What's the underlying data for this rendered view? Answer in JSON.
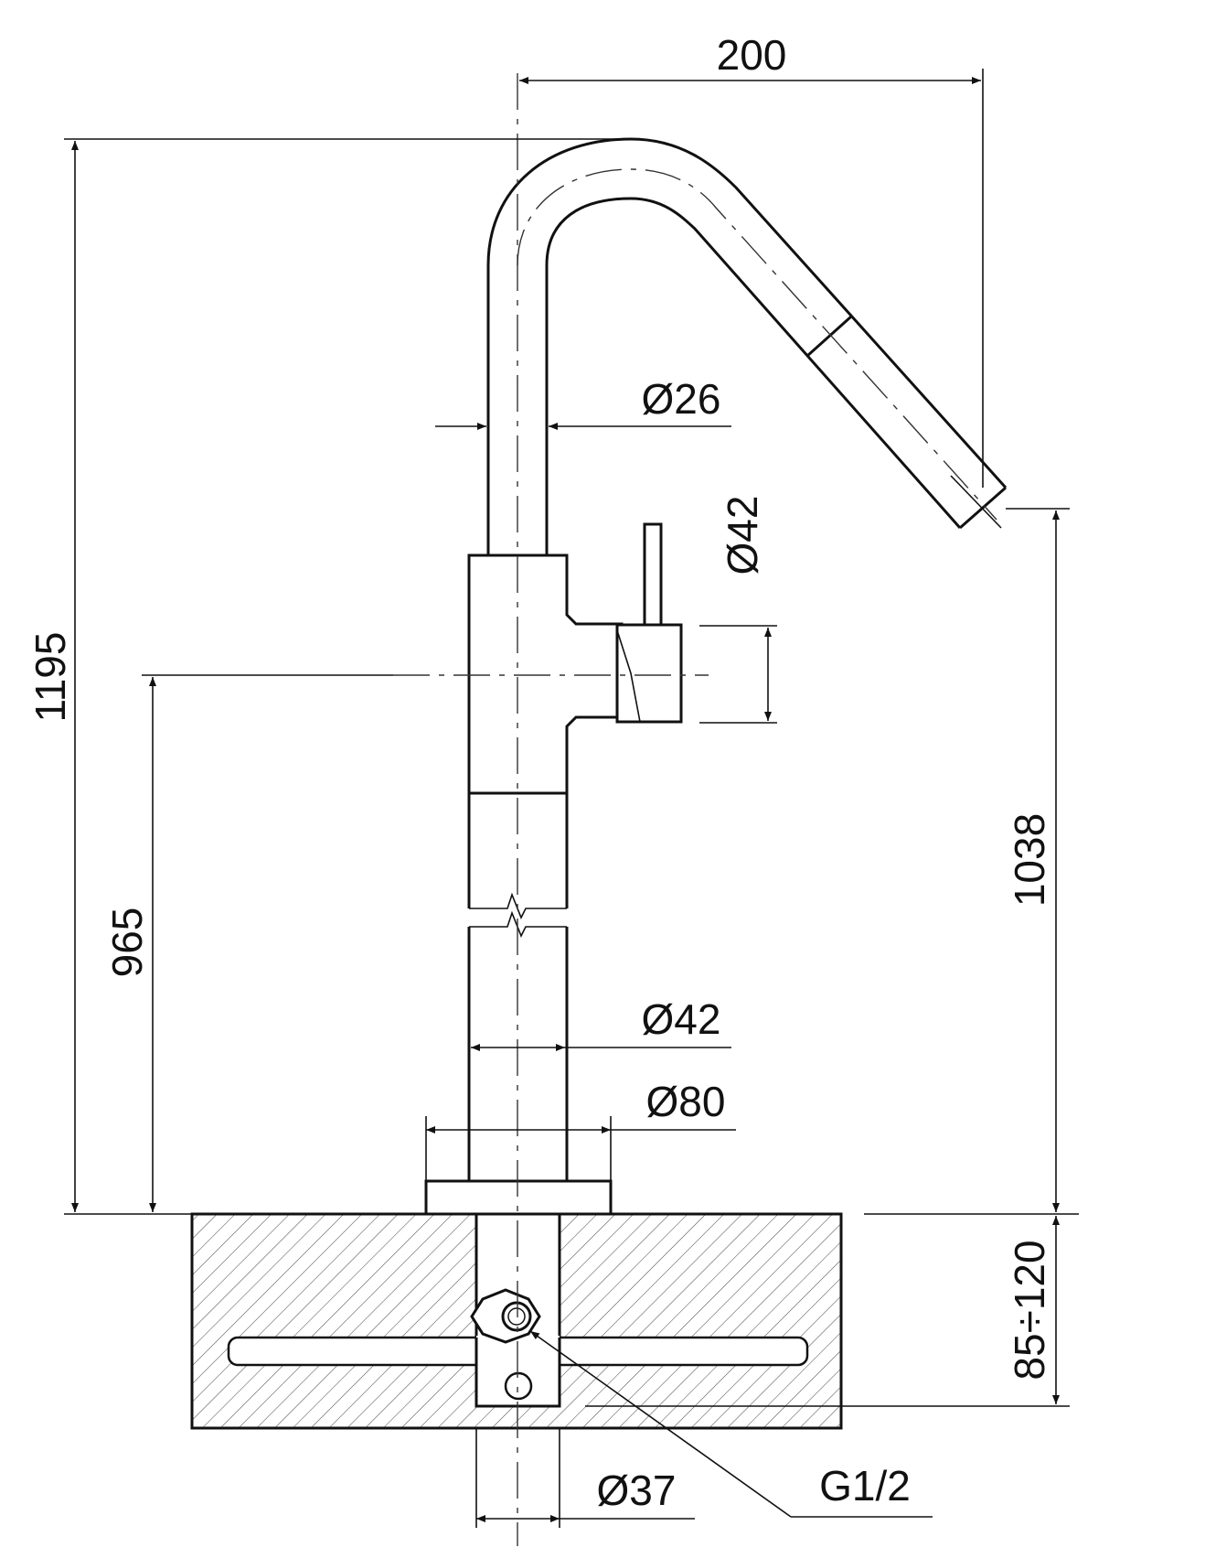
{
  "dimensions": {
    "width_200": "200",
    "height_1195": "1195",
    "spout_dia": "Ø26",
    "lever_dia": "Ø42",
    "lever_height_965": "965",
    "outlet_height_1038": "1038",
    "body_dia": "Ø42",
    "flange_dia": "Ø80",
    "shank_dia": "Ø37",
    "thread": "G1/2",
    "deck_thickness": "85÷120"
  }
}
